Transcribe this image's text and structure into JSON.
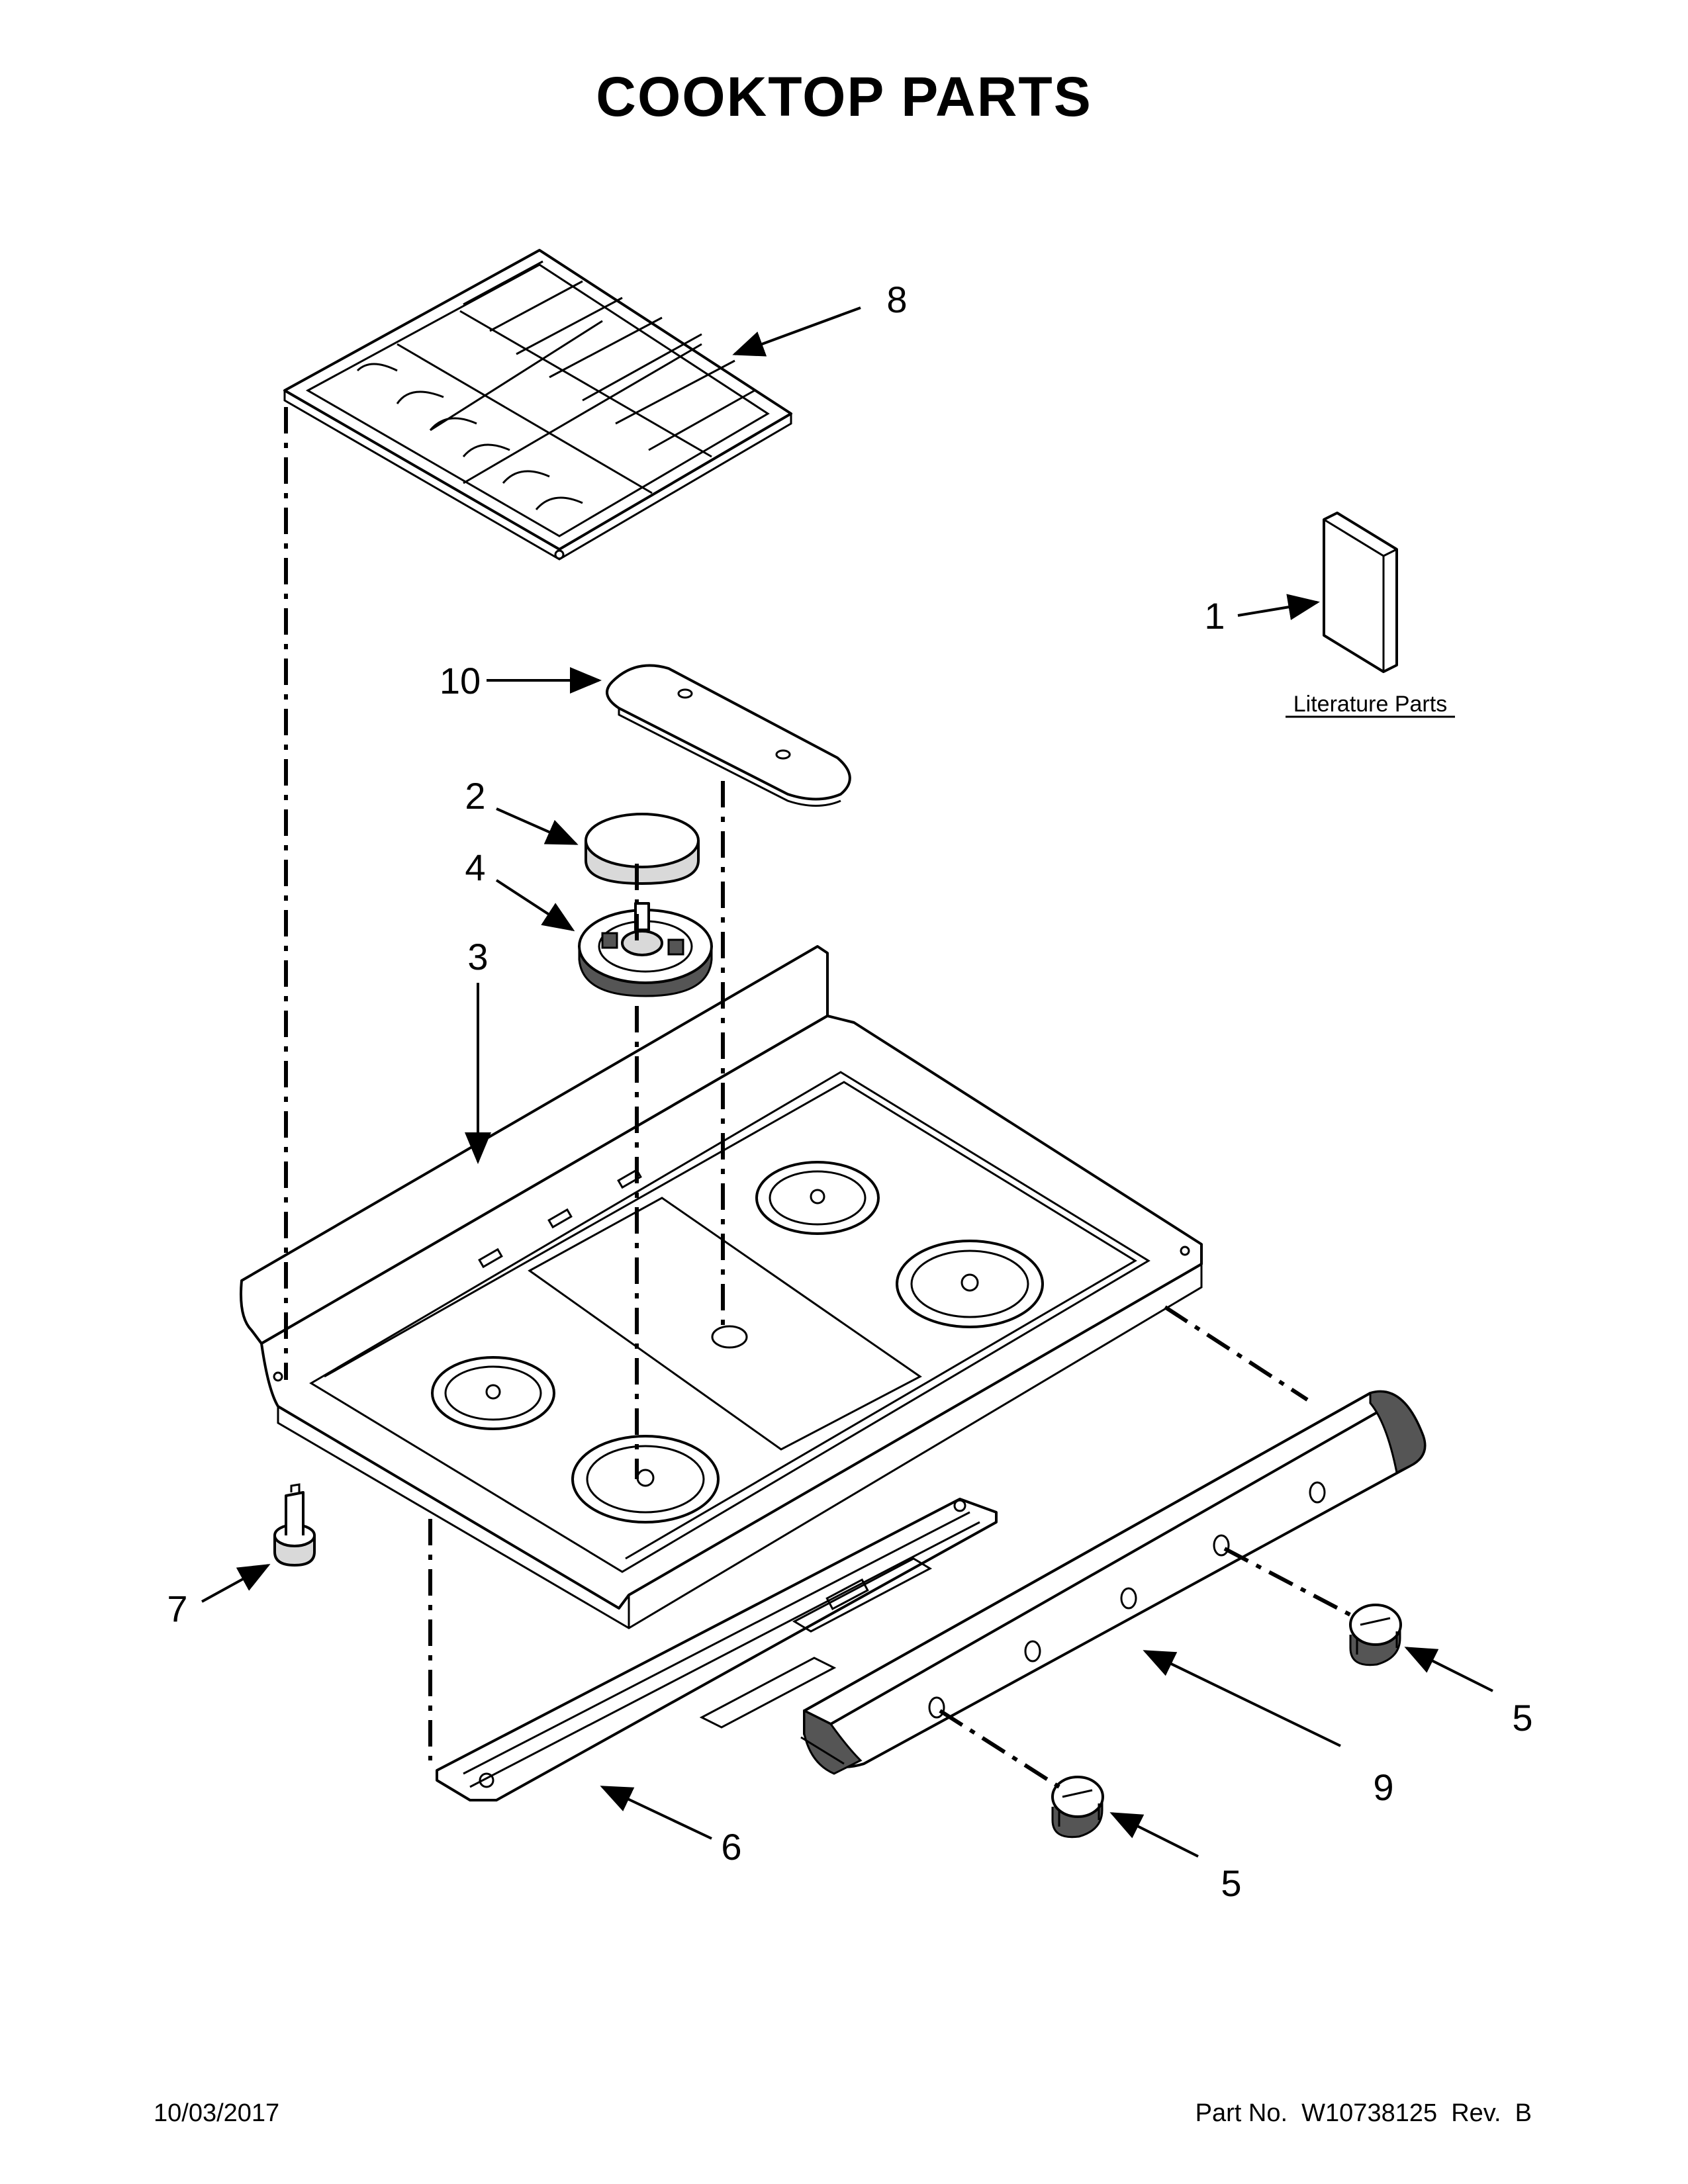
{
  "page": {
    "title": "COOKTOP PARTS",
    "date": "10/03/2017",
    "part_number_text": "Part No.  W10738125  Rev.  B"
  },
  "literature": {
    "label": "Literature Parts"
  },
  "callouts": {
    "c1": "1",
    "c2": "2",
    "c3": "3",
    "c4": "4",
    "c5a": "5",
    "c5b": "5",
    "c6": "6",
    "c7": "7",
    "c8": "8",
    "c9": "9",
    "c10": "10"
  }
}
